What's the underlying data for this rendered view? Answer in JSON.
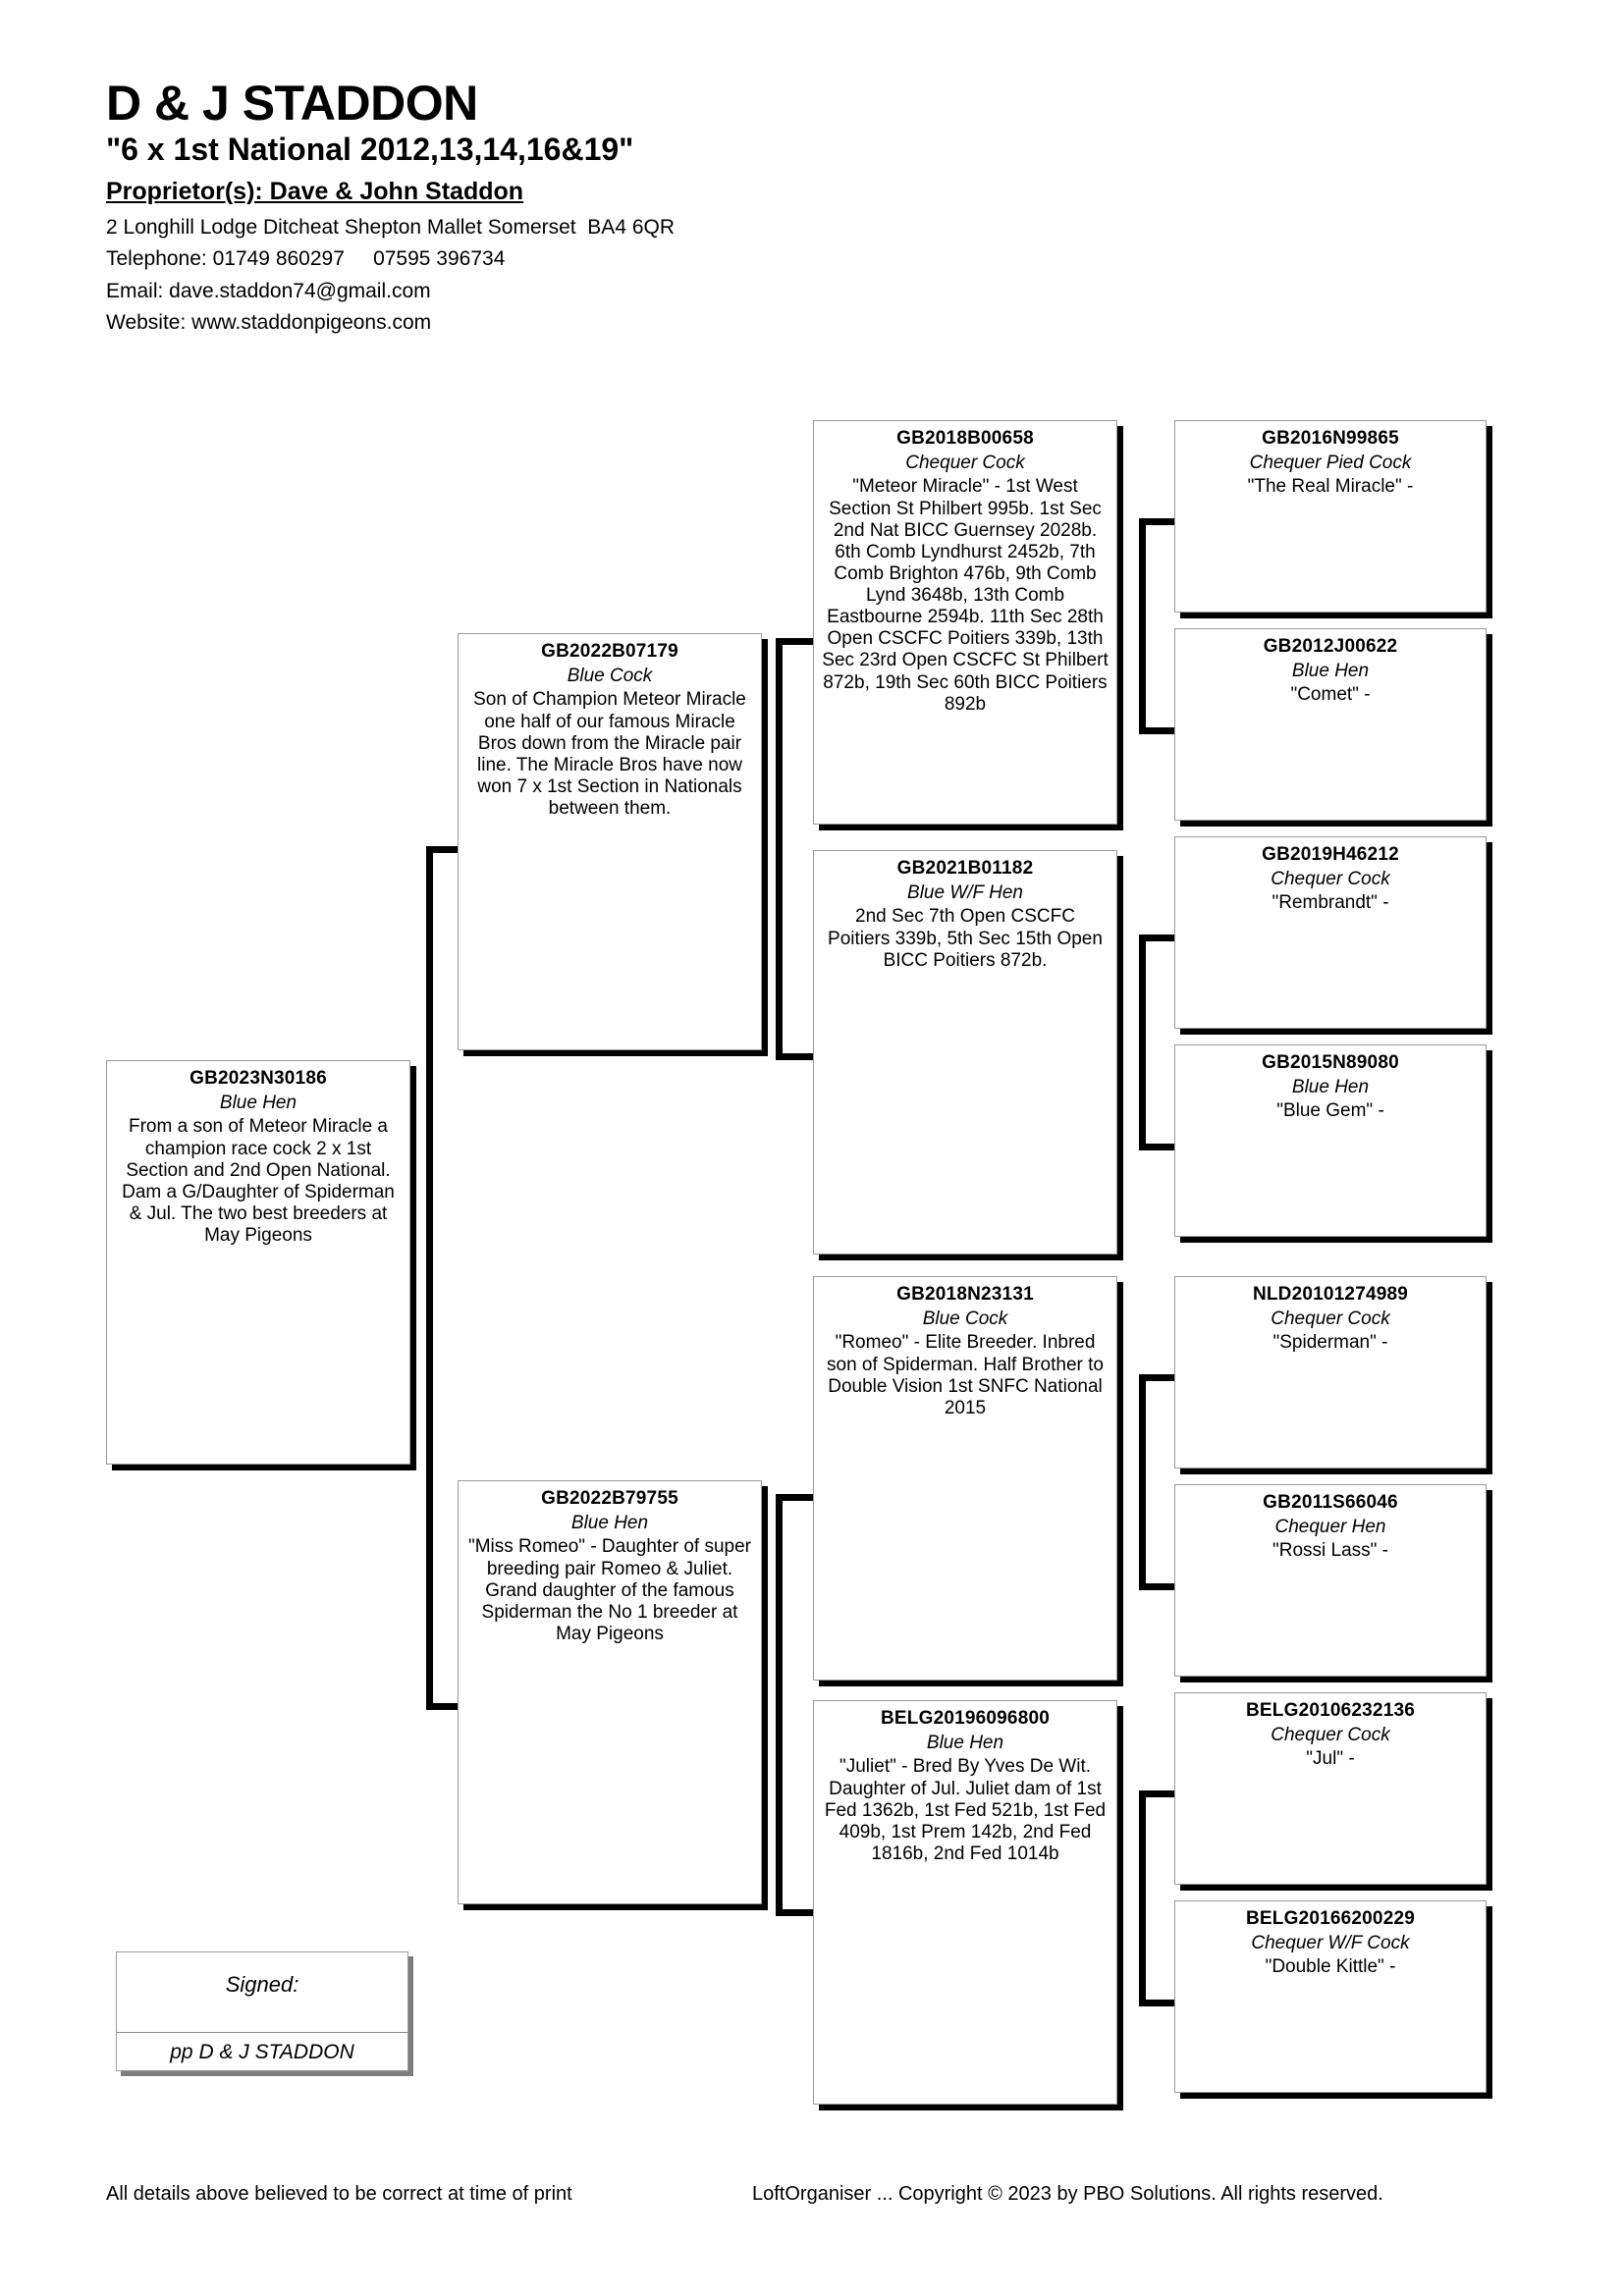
{
  "header": {
    "loft_name": "D & J STADDON",
    "slogan": "\"6 x 1st National 2012,13,14,16&19\"",
    "proprietors": "Proprietor(s): Dave & John Staddon",
    "address": "2 Longhill Lodge Ditcheat Shepton Mallet Somerset  BA4 6QR",
    "telephone": "Telephone: 01749 860297     07595 396734",
    "email": "Email: dave.staddon74@gmail.com",
    "website": "Website: www.staddonpigeons.com"
  },
  "pedigree": {
    "subject": {
      "ring": "GB2023N30186",
      "colour": "Blue Hen",
      "notes": "From a son of Meteor Miracle a champion race cock 2 x 1st Section and 2nd Open National. Dam a G/Daughter of Spiderman & Jul. The two best breeders at May Pigeons"
    },
    "sire": {
      "ring": "GB2022B07179",
      "colour": "Blue Cock",
      "notes": "Son of Champion Meteor Miracle one half of our famous Miracle Bros down from the Miracle pair line. The Miracle Bros have now won 7 x 1st Section in Nationals between them."
    },
    "dam": {
      "ring": "GB2022B79755",
      "colour": "Blue Hen",
      "notes": "\"Miss Romeo\" - Daughter of super breeding pair Romeo & Juliet. Grand daughter of the famous Spiderman the No 1 breeder at May Pigeons"
    },
    "sire_sire": {
      "ring": "GB2018B00658",
      "colour": "Chequer Cock",
      "notes": "\"Meteor Miracle\" - 1st West Section St Philbert 995b. 1st Sec 2nd Nat BICC Guernsey 2028b. 6th Comb Lyndhurst 2452b, 7th Comb Brighton 476b, 9th Comb Lynd 3648b, 13th Comb Eastbourne 2594b. 11th Sec 28th Open CSCFC Poitiers 339b, 13th Sec 23rd Open CSCFC St Philbert 872b, 19th Sec 60th BICC Poitiers 892b"
    },
    "sire_dam": {
      "ring": "GB2021B01182",
      "colour": "Blue W/F Hen",
      "notes": "2nd Sec 7th Open CSCFC Poitiers 339b, 5th Sec 15th Open BICC Poitiers 872b."
    },
    "dam_sire": {
      "ring": "GB2018N23131",
      "colour": "Blue Cock",
      "notes": "\"Romeo\" - Elite Breeder. Inbred son of Spiderman. Half Brother to Double Vision 1st SNFC National 2015"
    },
    "dam_dam": {
      "ring": "BELG20196096800",
      "colour": "Blue Hen",
      "notes": "\"Juliet\" - Bred By Yves De Wit. Daughter of Jul. Juliet dam of 1st Fed 1362b, 1st Fed 521b, 1st Fed 409b, 1st Prem 142b, 2nd Fed 1816b, 2nd Fed 1014b"
    },
    "ggp1": {
      "ring": "GB2016N99865",
      "colour": "Chequer Pied Cock",
      "notes": "\"The Real Miracle\" -"
    },
    "ggp2": {
      "ring": "GB2012J00622",
      "colour": "Blue Hen",
      "notes": "\"Comet\" -"
    },
    "ggp3": {
      "ring": "GB2019H46212",
      "colour": "Chequer Cock",
      "notes": "\"Rembrandt\" -"
    },
    "ggp4": {
      "ring": "GB2015N89080",
      "colour": "Blue Hen",
      "notes": "\"Blue Gem\" -"
    },
    "ggp5": {
      "ring": "NLD20101274989",
      "colour": "Chequer Cock",
      "notes": "\"Spiderman\" -"
    },
    "ggp6": {
      "ring": "GB2011S66046",
      "colour": "Chequer Hen",
      "notes": "\"Rossi Lass\" -"
    },
    "ggp7": {
      "ring": "BELG20106232136",
      "colour": "Chequer Cock",
      "notes": "\"Jul\" -"
    },
    "ggp8": {
      "ring": "BELG20166200229",
      "colour": "Chequer W/F Cock",
      "notes": "\"Double Kittle\" -"
    }
  },
  "signature": {
    "label": "Signed:",
    "pp": "pp D & J STADDON"
  },
  "footer": {
    "left": "All details above believed to be correct at time of print",
    "right": "LoftOrganiser ... Copyright © 2023 by PBO Solutions. All rights reserved."
  }
}
